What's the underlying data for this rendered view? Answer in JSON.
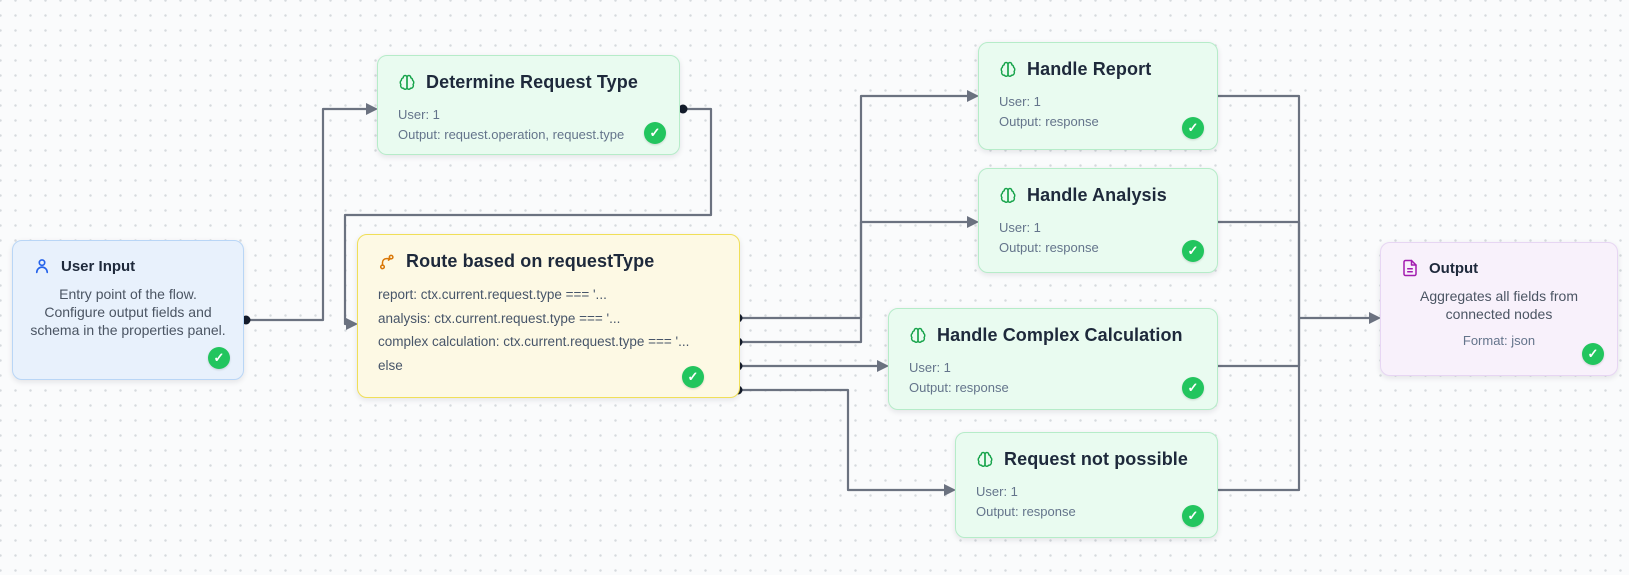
{
  "app": {
    "view": "workflow-canvas"
  },
  "colors": {
    "wire": "#6b7280",
    "port": "#141c2b",
    "status_ok": "#22c55e",
    "accent_blue": "#2563eb",
    "accent_green": "#16a34a",
    "accent_amber": "#d97706",
    "accent_purple": "#a21caf"
  },
  "icons": {
    "user_input": "user-icon",
    "llm": "brain-icon",
    "route": "git-branch-icon",
    "output": "file-text-icon",
    "status": "check-circle-icon"
  },
  "nodes": {
    "user_input": {
      "title": "User Input",
      "body": "Entry point of the flow. Configure output fields and schema in the properties panel.",
      "status": "valid"
    },
    "determine": {
      "title": "Determine Request Type",
      "lines": [
        "User: 1",
        "Output: request.operation, request.type"
      ],
      "status": "valid"
    },
    "route": {
      "title": "Route based on requestType",
      "branches": [
        "report: ctx.current.request.type === '...",
        "analysis: ctx.current.request.type === '...",
        "complex calculation: ctx.current.request.type === '...",
        "else"
      ],
      "status": "valid"
    },
    "handle_report": {
      "title": "Handle Report",
      "lines": [
        "User: 1",
        "Output: response"
      ],
      "status": "valid"
    },
    "handle_analysis": {
      "title": "Handle Analysis",
      "lines": [
        "User: 1",
        "Output: response"
      ],
      "status": "valid"
    },
    "handle_complex": {
      "title": "Handle Complex Calculation",
      "lines": [
        "User: 1",
        "Output: response"
      ],
      "status": "valid"
    },
    "request_not_possible": {
      "title": "Request not possible",
      "lines": [
        "User: 1",
        "Output: response"
      ],
      "status": "valid"
    },
    "output": {
      "title": "Output",
      "body": "Aggregates all fields from connected nodes",
      "format": "Format: json",
      "status": "valid"
    }
  },
  "check_glyph": "✓"
}
